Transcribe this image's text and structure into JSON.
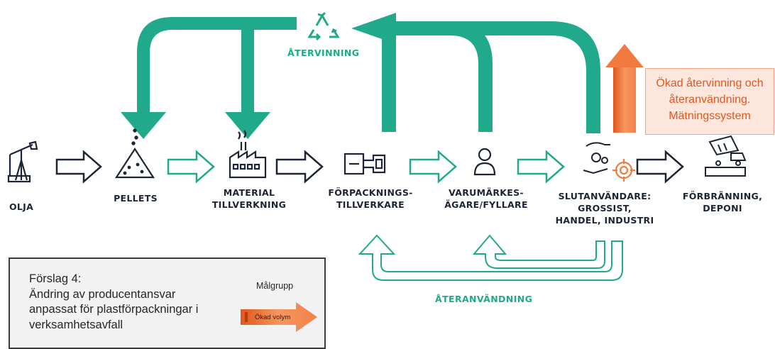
{
  "colors": {
    "teal": "#20a98a",
    "navy": "#1d2433",
    "orange": "#f07a3f",
    "orange_text": "#e2571f"
  },
  "stages": [
    {
      "label": "OLJA",
      "icon": "oil-pump-icon"
    },
    {
      "label": "PELLETS",
      "icon": "pellet-pile-icon"
    },
    {
      "label": "MATERIAL\nTILLVERKNING",
      "icon": "factory-icon"
    },
    {
      "label": "FÖRPACKNINGS-\nTILLVERKARE",
      "icon": "packaging-machine-icon"
    },
    {
      "label": "VARUMÄRKES-\nÄGARE/FYLLARE",
      "icon": "person-icon"
    },
    {
      "label": "SLUTANVÄNDARE:\nGROSSIST,\nHANDEL, INDUSTRI",
      "icon": "hand-gears-icon"
    },
    {
      "label": "FÖRBRÄNNING,\nDEPONI",
      "icon": "dump-truck-icon"
    }
  ],
  "recycling_label": "ÅTERVINNING",
  "reuse_label": "ÅTERANVÄNDNING",
  "callout": "Ökad återvinning och\nåteranvändning.\nMätningssystem",
  "legend": {
    "text": "Förslag 4:\nÄndring av producentansvar\nanpassat för plastförpackningar i\nverksamhetsavfall",
    "target_label": "Målgrupp",
    "arrow_label": "Ökad volym"
  }
}
